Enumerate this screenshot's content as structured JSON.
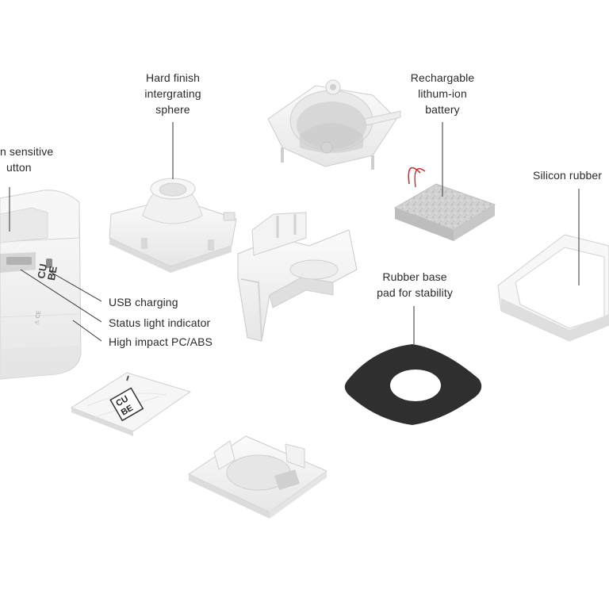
{
  "labels": {
    "touch_button": [
      "n sensitive",
      "utton"
    ],
    "sphere": [
      "Hard finish",
      "intergrating",
      "sphere"
    ],
    "battery": [
      "Rechargable",
      "lithum-ion",
      "battery"
    ],
    "silicon_rubber": [
      "Silicon rubber"
    ],
    "rubber_base": [
      "Rubber base",
      "pad for stability"
    ],
    "usb": "USB charging",
    "status_light": "Status light indicator",
    "material": "High impact PC/ABS"
  },
  "logo_text": [
    "CU",
    "BE"
  ],
  "colors": {
    "background": "#ffffff",
    "part_white": "#f4f4f4",
    "part_shadow": "#d9d9d9",
    "outline": "#c8c8c8",
    "rubber_pad": "#2f2f2f",
    "battery": "#cfcfcf",
    "wire": "#c4302b",
    "leader_line": "#333333"
  }
}
